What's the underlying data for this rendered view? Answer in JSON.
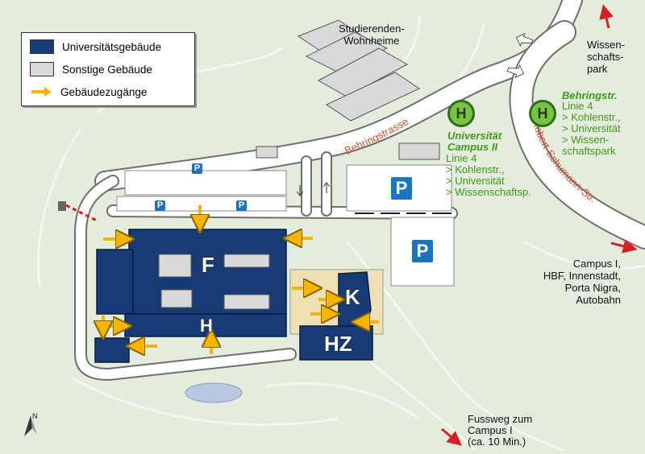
{
  "legend": {
    "items": [
      {
        "label": "Universitätsgebäude",
        "color": "#173b74"
      },
      {
        "label": "Sonstige Gebäude",
        "color": "#d9d9d9"
      },
      {
        "label": "Gebäudezugänge",
        "color": "#f4b400"
      }
    ]
  },
  "labels": {
    "dorms": "Studierenden-\nWohnheime",
    "science_park": "Wissen-\nschafts-\npark",
    "street_behring": "Behringstrasse",
    "street_schumann": "Robert-Schumann-Str.",
    "stop_campus_title": "Universität\nCampus II",
    "stop_campus_lines": "Linie 4\n> Kohlenstr.,\n> Universität\n> Wissenschaftsp.",
    "stop_behring_title": "Behringstr.",
    "stop_behring_lines": "Linie 4\n> Kohlenstr.,\n> Universität\n> Wissen-\n   schaftspark",
    "campus1_dir": "Campus I,\nHBF, Innenstadt,\nPorta Nigra,\nAutobahn",
    "footpath": "Fussweg zum\nCampus I\n(ca. 10 Min.)"
  },
  "buildings": {
    "f": "F",
    "h": "H",
    "k": "K",
    "hz": "HZ"
  },
  "markers": {
    "parking": "P",
    "bus_stop": "H",
    "north": "N"
  },
  "colors": {
    "university": "#173b74",
    "other": "#d9d9d9",
    "access": "#f4b400",
    "bus_green": "#3d9a1a",
    "street_text": "#d2522b",
    "parking_blue": "#1a74c0",
    "direction_arrow": "#d61f26"
  }
}
